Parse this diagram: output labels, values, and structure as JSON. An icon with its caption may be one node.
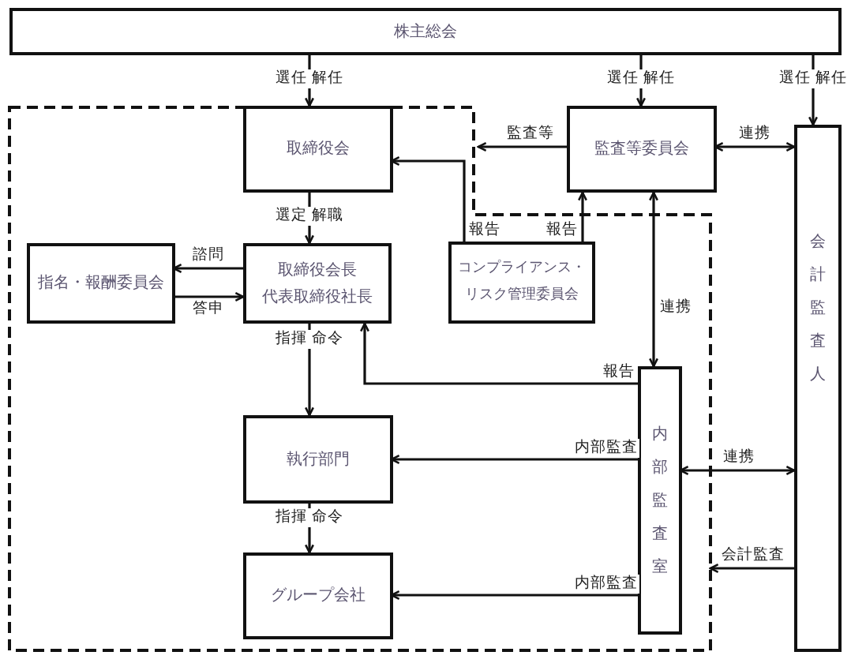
{
  "diagram": {
    "nodes": [
      {
        "text": [
          "株主総会"
        ]
      },
      {
        "text": [],
        "shape": "box"
      },
      {
        "text": [
          "取締役会"
        ],
        "in": 1
      },
      {
        "text": [
          "監査等委員会"
        ]
      },
      {
        "text": [
          "会計監査人"
        ]
      },
      {
        "text": [
          "指名・報酬委員会"
        ],
        "in": 1
      },
      {
        "text": [
          "取締役会長",
          "代表取締役社長"
        ],
        "in": 1
      },
      {
        "text": [
          "コンプライアンス・リスク管理委員会"
        ],
        "in": 1
      },
      {
        "text": [
          "内部監査室"
        ],
        "in": 1
      },
      {
        "text": [
          "執行部門"
        ],
        "in": 1
      },
      {
        "text": [
          "グループ会社"
        ],
        "in": 1
      }
    ],
    "edges": [
      {
        "from": 0,
        "to": 2,
        "arrow": "to",
        "label": "選任 解任"
      },
      {
        "from": 0,
        "to": 3,
        "arrow": "to",
        "label": "選任 解任"
      },
      {
        "from": 0,
        "to": 4,
        "arrow": "to",
        "label": "選任 解任"
      },
      {
        "from": 3,
        "to": 1,
        "arrow": "to",
        "label": "監査等"
      },
      {
        "from": 3,
        "to": 4,
        "arrow": "both",
        "label": "連携"
      },
      {
        "from": 2,
        "to": 6,
        "arrow": "to",
        "label": "選定 解職"
      },
      {
        "from": 6,
        "to": 5,
        "arrow": "to",
        "label": "諮問"
      },
      {
        "from": 5,
        "to": 6,
        "arrow": "to",
        "label": "答申"
      },
      {
        "from": 7,
        "to": 2,
        "arrow": "to",
        "label": "報告"
      },
      {
        "from": 7,
        "to": 3,
        "arrow": "to",
        "label": "報告"
      },
      {
        "from": 8,
        "to": 3,
        "arrow": "both",
        "label": "連携"
      },
      {
        "from": 8,
        "to": 6,
        "arrow": "to",
        "label": "報告"
      },
      {
        "from": 8,
        "to": 9,
        "arrow": "to",
        "label": "内部監査"
      },
      {
        "from": 8,
        "to": 4,
        "arrow": "both",
        "label": "連携"
      },
      {
        "from": 4,
        "to": 1,
        "arrow": "to",
        "label": "会計監査"
      },
      {
        "from": 8,
        "to": 10,
        "arrow": "to",
        "label": "内部監査"
      },
      {
        "from": 6,
        "to": 9,
        "arrow": "to",
        "label": "指揮 命令"
      },
      {
        "from": 9,
        "to": 10,
        "arrow": "to",
        "label": "指揮 命令"
      }
    ]
  }
}
